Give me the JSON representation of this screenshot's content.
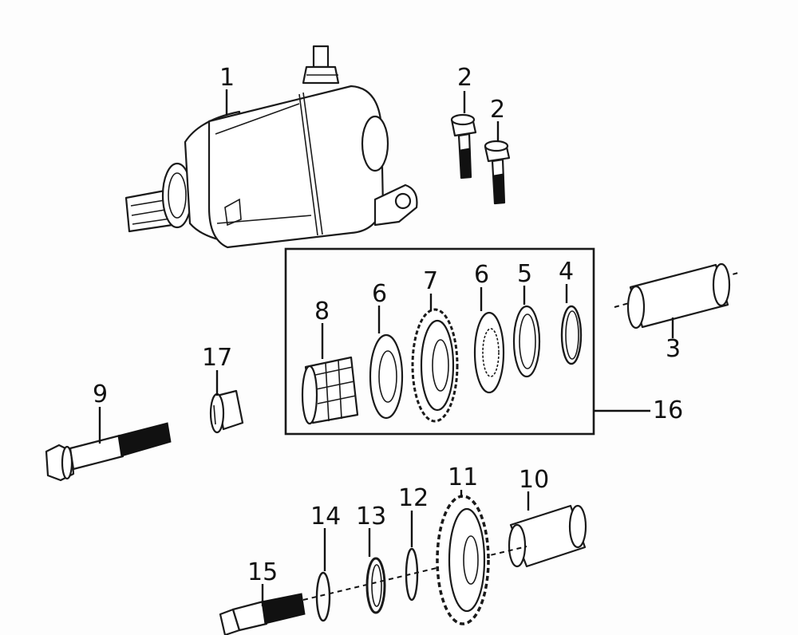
{
  "callouts": {
    "p1": "1",
    "p2a": "2",
    "p2b": "2",
    "p3": "3",
    "p4": "4",
    "p5": "5",
    "p6a": "6",
    "p6b": "6",
    "p7": "7",
    "p8": "8",
    "p9": "9",
    "p10": "10",
    "p11": "11",
    "p12": "12",
    "p13": "13",
    "p14": "14",
    "p15": "15",
    "p16": "16",
    "p17": "17"
  }
}
